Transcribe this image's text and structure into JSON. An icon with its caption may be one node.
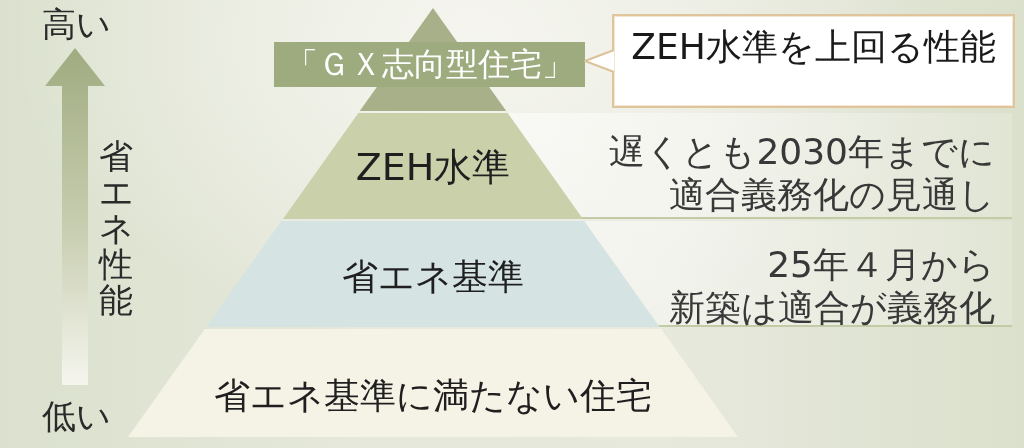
{
  "diagram": {
    "nodes": [
      {
        "text": [
          "「ＧＸ志向型住宅」"
        ]
      },
      {
        "text": [
          "ZEH水準を上回る性能"
        ]
      },
      {
        "text": [
          "ZEH水準"
        ],
        "beside": [
          "遅くとも2030年までに適合義務化の見通し"
        ]
      },
      {
        "text": [
          "省エネ基準"
        ],
        "beside": [
          "25年４月から新築は適合が義務化"
        ]
      },
      {
        "text": [
          "省エネ基準に満たない住宅"
        ]
      }
    ],
    "edges": [
      {
        "from": 1,
        "to": 0,
        "arrow": "to"
      }
    ],
    "labels": [
      "高い",
      "省エネ性能",
      "低い"
    ]
  }
}
